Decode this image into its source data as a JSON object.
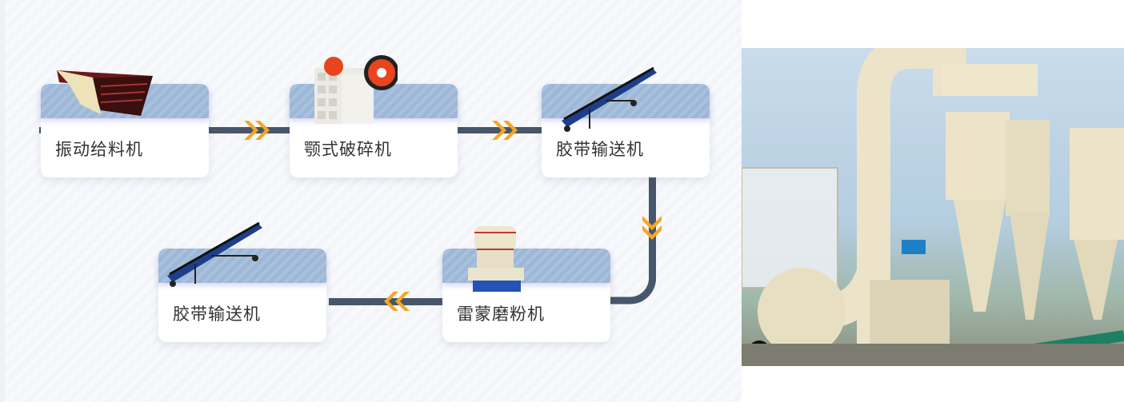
{
  "flow": {
    "steps": [
      {
        "label": "振动给料机",
        "machine": "vibrating-feeder"
      },
      {
        "label": "颚式破碎机",
        "machine": "jaw-crusher"
      },
      {
        "label": "胶带输送机",
        "machine": "belt-conveyor"
      },
      {
        "label": "雷蒙磨粉机",
        "machine": "raymond-mill"
      },
      {
        "label": "胶带输送机",
        "machine": "belt-conveyor"
      }
    ]
  },
  "colors": {
    "connector": "#47566a",
    "arrow": "#f5a623",
    "band": "#9db7d6"
  }
}
